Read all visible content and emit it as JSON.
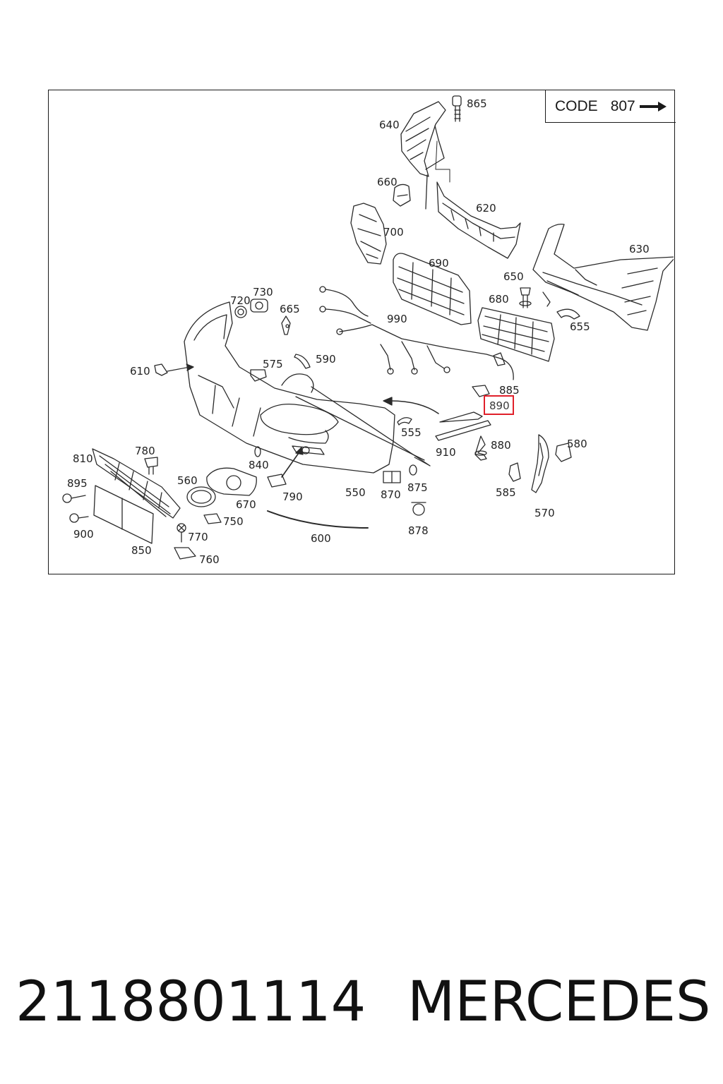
{
  "diagram": {
    "code_box": {
      "label": "CODE",
      "code": "807",
      "icon": "right-arrow-icon"
    },
    "highlighted_part": "890",
    "parts": [
      {
        "id": "865"
      },
      {
        "id": "640"
      },
      {
        "id": "660"
      },
      {
        "id": "620"
      },
      {
        "id": "700"
      },
      {
        "id": "630"
      },
      {
        "id": "690"
      },
      {
        "id": "650"
      },
      {
        "id": "680"
      },
      {
        "id": "655"
      },
      {
        "id": "990"
      },
      {
        "id": "720"
      },
      {
        "id": "730"
      },
      {
        "id": "665"
      },
      {
        "id": "610"
      },
      {
        "id": "575"
      },
      {
        "id": "590"
      },
      {
        "id": "885"
      },
      {
        "id": "890"
      },
      {
        "id": "555"
      },
      {
        "id": "910"
      },
      {
        "id": "880"
      },
      {
        "id": "580"
      },
      {
        "id": "810"
      },
      {
        "id": "780"
      },
      {
        "id": "840"
      },
      {
        "id": "560"
      },
      {
        "id": "895"
      },
      {
        "id": "670"
      },
      {
        "id": "790"
      },
      {
        "id": "550"
      },
      {
        "id": "870"
      },
      {
        "id": "875"
      },
      {
        "id": "585"
      },
      {
        "id": "570"
      },
      {
        "id": "750"
      },
      {
        "id": "900"
      },
      {
        "id": "770"
      },
      {
        "id": "850"
      },
      {
        "id": "600"
      },
      {
        "id": "878"
      },
      {
        "id": "760"
      }
    ]
  },
  "footer": {
    "part_number": "2118801114",
    "brand": "MERCEDES"
  }
}
